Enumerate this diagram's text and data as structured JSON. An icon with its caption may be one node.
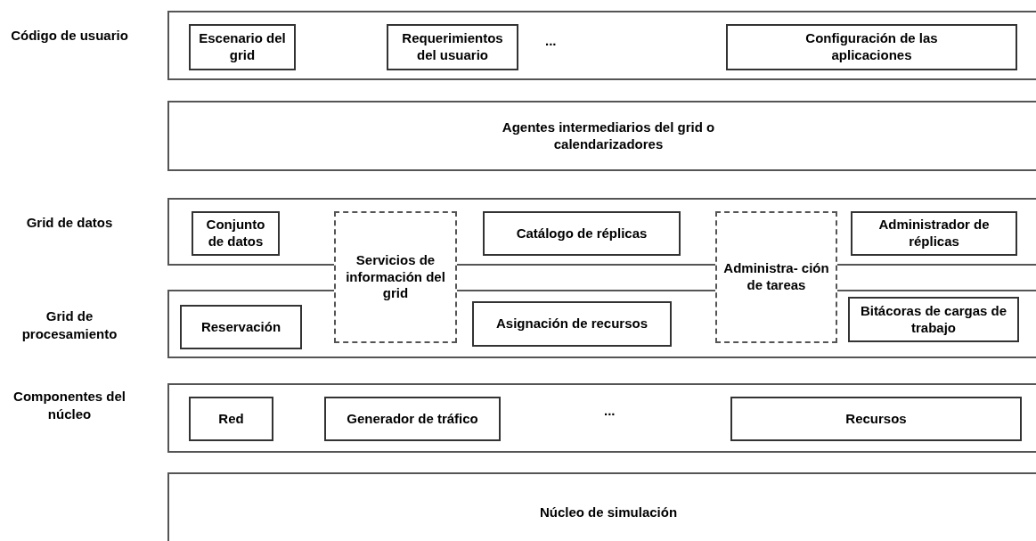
{
  "diagram": {
    "nodes": [
      {
        "text": [
          "Código de usuario"
        ]
      },
      {
        "text": [
          "Escenario del grid"
        ],
        "in": 0
      },
      {
        "text": [
          "Requerimientos del usuario"
        ],
        "in": 0
      },
      {
        "text": [
          "Configuración de las aplicaciones"
        ],
        "in": 0
      },
      {
        "text": [
          "Agentes intermediarios del grid o calendarizadores"
        ]
      },
      {
        "text": [
          "Grid de datos"
        ]
      },
      {
        "text": [
          "Conjunto de datos"
        ],
        "in": 5
      },
      {
        "text": [
          "Catálogo de réplicas"
        ],
        "in": 5
      },
      {
        "text": [
          "Administrador de réplicas"
        ],
        "in": 5
      },
      {
        "text": [
          "Servicios de información del grid"
        ]
      },
      {
        "text": [
          "Administra- ción de tareas"
        ]
      },
      {
        "text": [
          "Grid de procesamiento"
        ]
      },
      {
        "text": [
          "Reservación"
        ],
        "in": 11
      },
      {
        "text": [
          "Asignación de recursos"
        ],
        "in": 11
      },
      {
        "text": [
          "Bitácoras de cargas de trabajo"
        ],
        "in": 11
      },
      {
        "text": [
          "Componentes del núcleo"
        ]
      },
      {
        "text": [
          "Red"
        ],
        "in": 15
      },
      {
        "text": [
          "Generador de tráfico"
        ],
        "in": 15
      },
      {
        "text": [
          "Recursos"
        ],
        "in": 15
      },
      {
        "text": [
          "Núcleo de simulación"
        ]
      }
    ],
    "edges": [],
    "labels": [
      "...",
      "..."
    ]
  }
}
